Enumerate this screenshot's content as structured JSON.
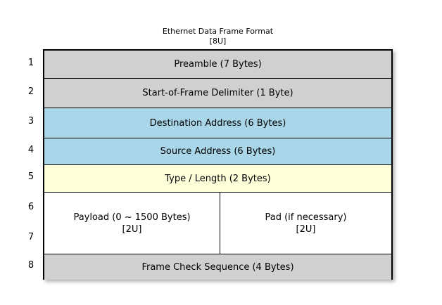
{
  "diagram": {
    "title": "Ethernet Data Frame Format",
    "subtitle": "[8U]",
    "colors": {
      "gray": "#d0d0d0",
      "blue": "#a9d6e8",
      "yellow": "#ffffda",
      "white": "#ffffff",
      "border": "#000000",
      "text": "#000000",
      "background": "#ffffff"
    },
    "row_numbers": [
      "1",
      "2",
      "3",
      "4",
      "5",
      "6",
      "7",
      "8"
    ],
    "rows": [
      {
        "number": "1",
        "label": "Preamble (7 Bytes)",
        "sub": "",
        "fill": "gray"
      },
      {
        "number": "2",
        "label": "Start-of-Frame Delimiter (1 Byte)",
        "sub": "",
        "fill": "gray"
      },
      {
        "number": "3",
        "label": "Destination Address (6 Bytes)",
        "sub": "",
        "fill": "blue"
      },
      {
        "number": "4",
        "label": "Source Address (6 Bytes)",
        "sub": "",
        "fill": "blue"
      },
      {
        "number": "5",
        "label": "Type / Length (2 Bytes)",
        "sub": "",
        "fill": "yellow"
      },
      {
        "number": "6-7",
        "split": true,
        "fill": "white",
        "left": {
          "label": "Payload (0 ~ 1500 Bytes)",
          "sub": "[2U]"
        },
        "right": {
          "label": "Pad (if necessary)",
          "sub": "[2U]"
        }
      },
      {
        "number": "8",
        "label": "Frame Check Sequence (4 Bytes)",
        "sub": "",
        "fill": "gray"
      }
    ]
  }
}
